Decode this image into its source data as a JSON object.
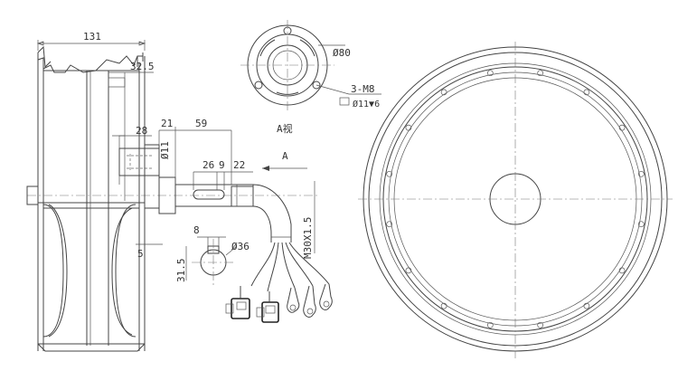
{
  "side_view": {
    "dim_width": "131",
    "dim_rim": "32.5",
    "dim_28": "28",
    "dim_21": "21",
    "dim_59": "59",
    "dim_phi11": "Ø11",
    "dim_26": "26",
    "dim_9": "9",
    "dim_22": "22",
    "arrow_label": "A",
    "dim_5": "5",
    "thread": "M30X1.5"
  },
  "section_view": {
    "dim_8": "8",
    "dim_phi36": "Ø36",
    "dim_31_5": "31.5"
  },
  "a_view": {
    "title": "A视",
    "dim_phi80": "Ø80",
    "hole_spec": "3-M8",
    "hole_depth": "Ø11▼6"
  },
  "colors": {
    "line": "#444444",
    "background": "#ffffff"
  }
}
